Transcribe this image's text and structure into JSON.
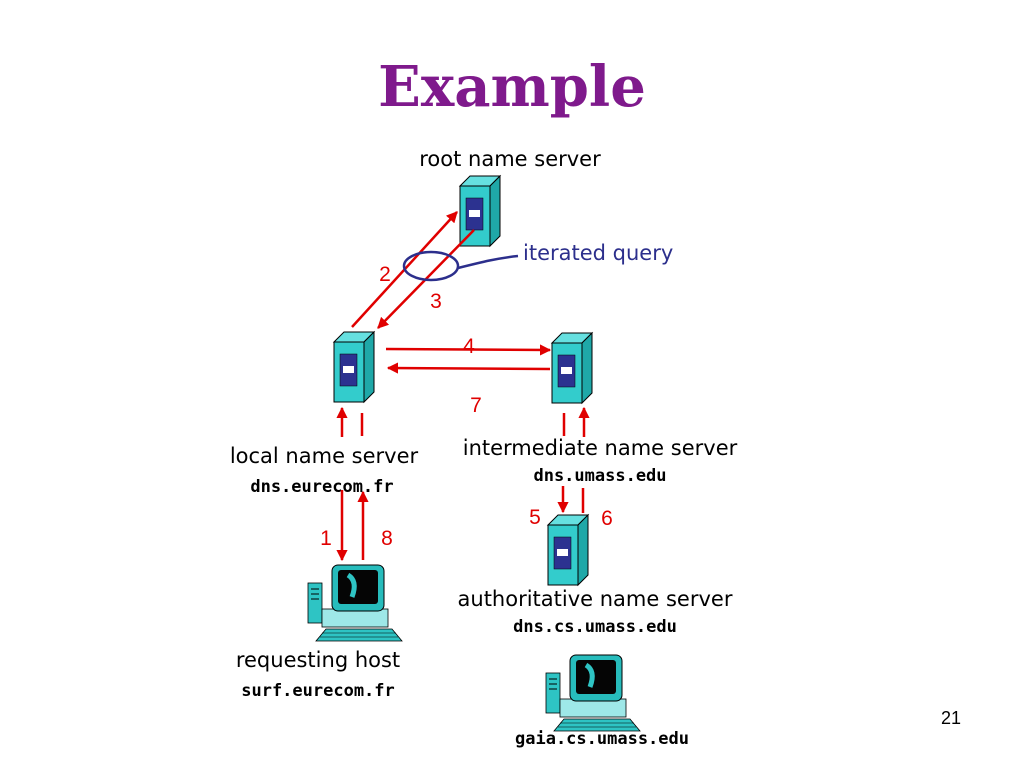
{
  "slide": {
    "title": "Example",
    "page_number": "21"
  },
  "nodes": {
    "root": {
      "label": "root name server"
    },
    "local": {
      "label": "local name server",
      "host": "dns.eurecom.fr"
    },
    "intermediate": {
      "label": "intermediate name server",
      "host": "dns.umass.edu"
    },
    "authoritative": {
      "label": "authoritative name server",
      "host": "dns.cs.umass.edu"
    },
    "requesting": {
      "label": "requesting host",
      "host": "surf.eurecom.fr"
    },
    "target": {
      "host": "gaia.cs.umass.edu"
    }
  },
  "callout": {
    "text": "iterated query"
  },
  "steps": [
    "1",
    "2",
    "3",
    "4",
    "5",
    "6",
    "7",
    "8"
  ],
  "colors": {
    "title": "#7f1a8c",
    "arrow": "#e00000",
    "callout": "#2c2f8c",
    "server_body": "#33cccc",
    "server_panel": "#2c3290"
  },
  "icons": {
    "server": "server-tower-icon",
    "host": "desktop-computer-icon"
  }
}
